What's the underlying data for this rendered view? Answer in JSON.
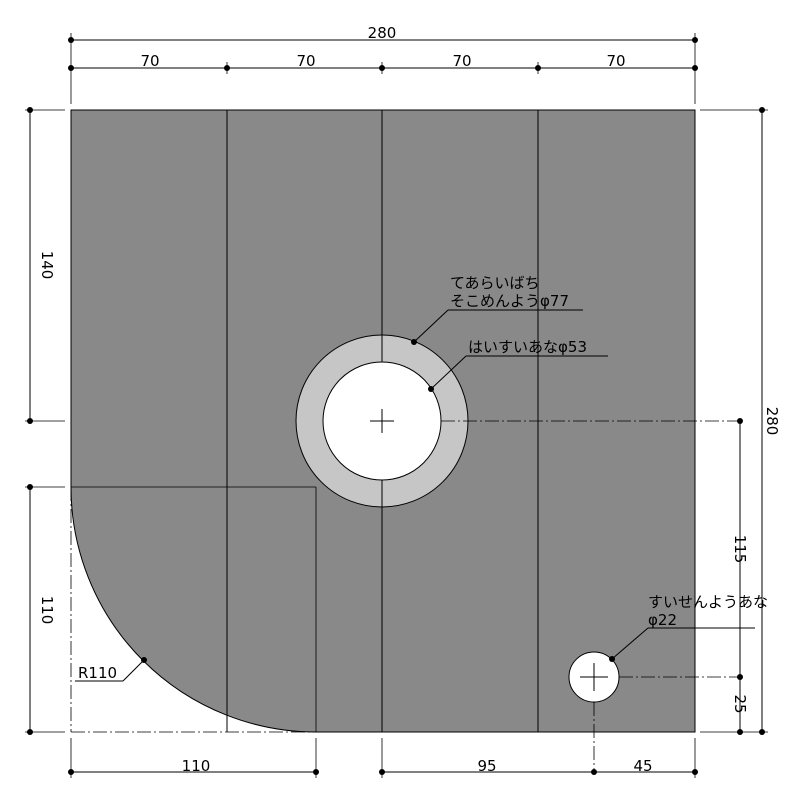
{
  "colors": {
    "panel": "#898989",
    "ring": "#c6c6c6",
    "hole": "#ffffff",
    "line": "#000000"
  },
  "dimensions": {
    "overall_width": "280",
    "segment_widths": [
      "70",
      "70",
      "70",
      "70"
    ],
    "overall_height": "280",
    "left_upper": "140",
    "left_lower": "110",
    "corner_radius": "R110",
    "bottom_left": "110",
    "bottom_mid": "95",
    "bottom_right": "45",
    "right_mid": "115",
    "right_low": "25"
  },
  "labels": {
    "ring_line1": "てあらいばち",
    "ring_line2": "そこめんようφ77",
    "drain": "はいすいあなφ53",
    "faucet_line1": "すいせんようあな",
    "faucet_line2": "φ22"
  }
}
